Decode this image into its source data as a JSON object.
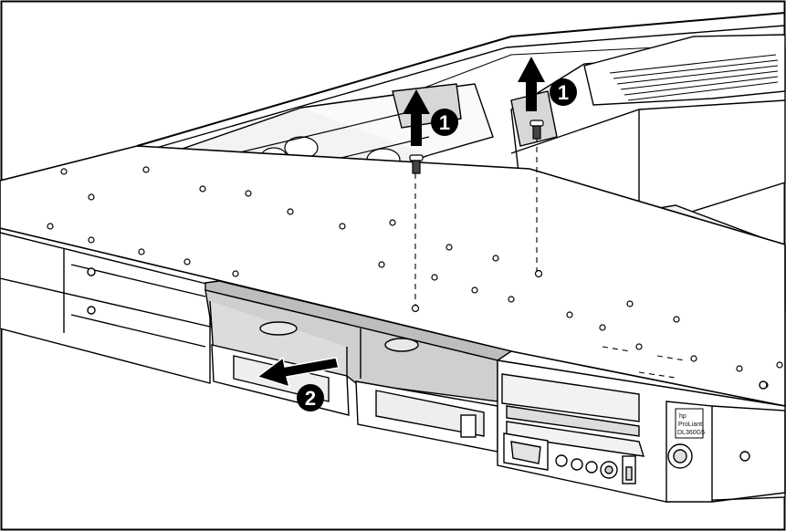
{
  "callouts": {
    "step1_left": "1",
    "step1_right": "1",
    "step2": "2"
  },
  "label": {
    "brand": "hp",
    "model_line1": "ProLiant",
    "model_line2": "DL360G5"
  },
  "colors": {
    "stroke": "#000000",
    "panel_fill": "#ffffff",
    "tray_fill": "#cfcfcf",
    "shadow_fill": "#bdbdbd",
    "callout_fill": "#000000"
  },
  "icons": [
    "up-arrow-icon",
    "left-arrow-icon",
    "screw-icon",
    "usb-icon",
    "power-icon"
  ]
}
